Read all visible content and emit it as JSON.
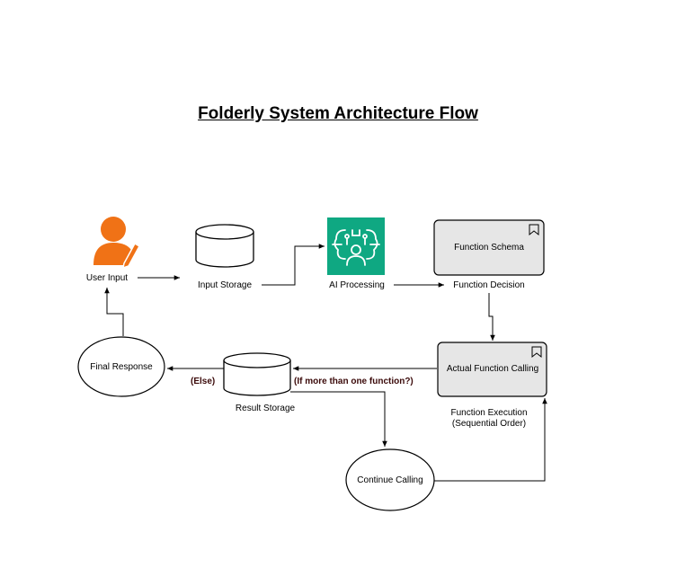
{
  "title": "Folderly System Architecture Flow",
  "nodes": {
    "user_input": "User Input",
    "input_storage": "Input Storage",
    "ai_processing": "AI Processing",
    "function_schema": "Function Schema",
    "function_decision": "Function Decision",
    "actual_function_calling": "Actual Function Calling",
    "function_execution_line1": "Function Execution",
    "function_execution_line2": "(Sequential Order)",
    "result_storage": "Result Storage",
    "final_response": "Final Response",
    "continue_calling": "Continue Calling"
  },
  "edges": {
    "else": "(Else)",
    "more_than_one": "(If more than one function?)"
  },
  "colors": {
    "user_icon": "#f07216",
    "ai_icon_bg": "#0fa882",
    "process_fill": "#e6e6e6"
  },
  "icons": {
    "user": "user-edit-icon",
    "ai": "ai-brain-person-icon",
    "bookmark": "bookmark-icon"
  }
}
